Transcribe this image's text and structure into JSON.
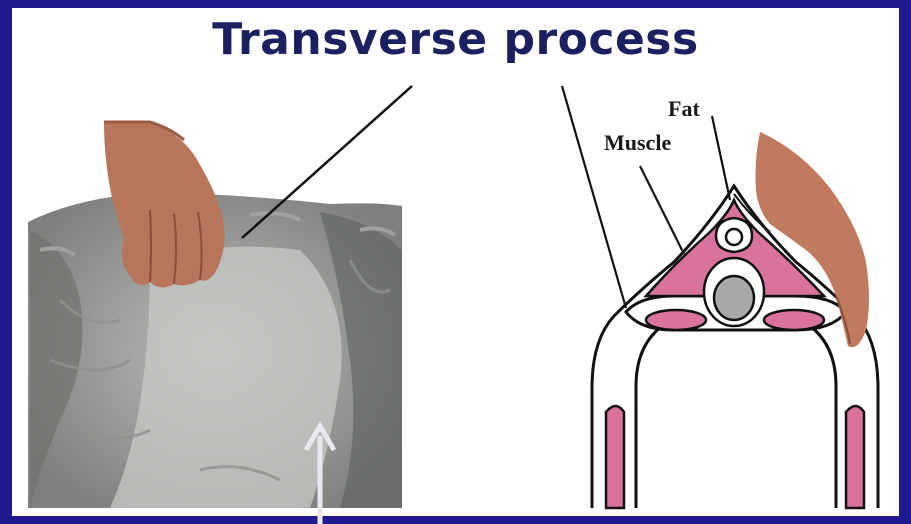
{
  "slide": {
    "title": "Transverse process",
    "colors": {
      "frame": "#1f1a8f",
      "panel": "#ffffff",
      "title": "#1b2061",
      "muscle": "#d9739e"
    }
  },
  "diagram": {
    "labels": {
      "fat": "Fat",
      "muscle": "Muscle"
    }
  },
  "photo": {
    "description_icon": "cattle-back-photo",
    "arrow_icon": "up-arrow-icon"
  }
}
